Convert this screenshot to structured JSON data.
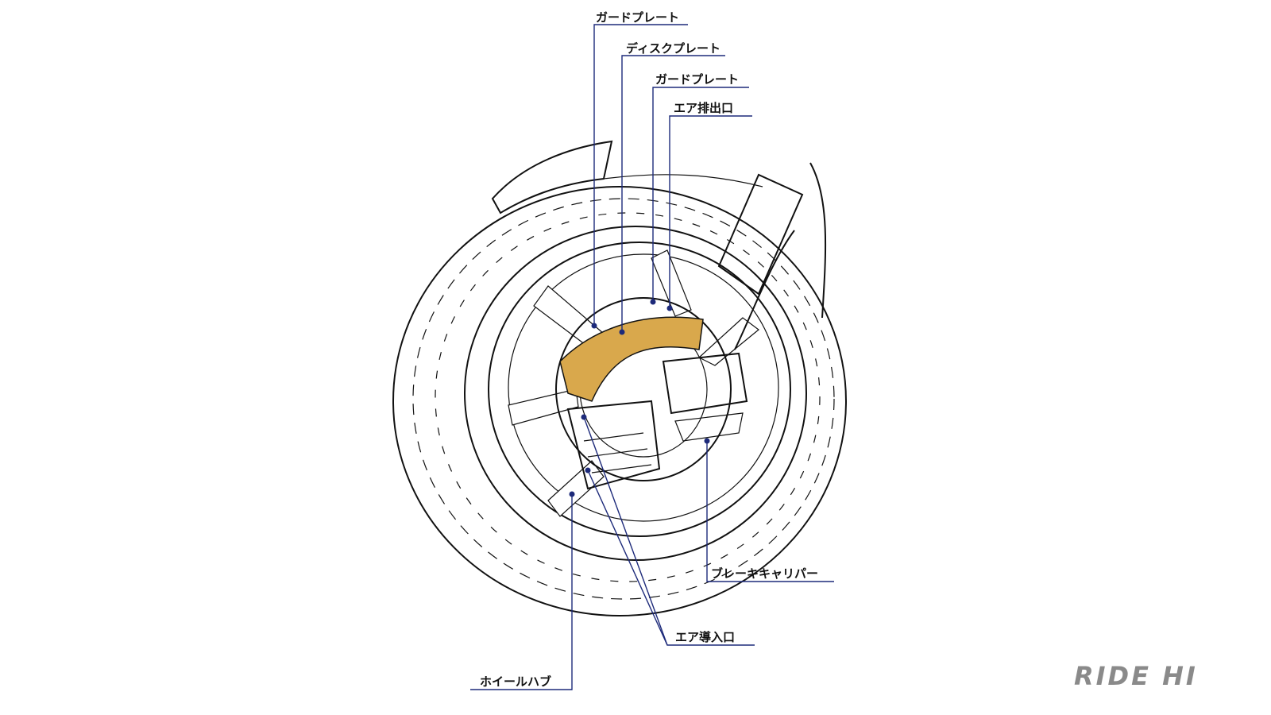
{
  "labels": {
    "guard_plate_top": "ガードプレート",
    "disc_plate": "ディスクプレート",
    "guard_plate_2": "ガードプレート",
    "air_outlet": "エア排出口",
    "brake_caliper": "ブレーキキャリパー",
    "air_inlet": "エア導入口",
    "wheel_hub": "ホイールハブ"
  },
  "logo": {
    "text": "RIDE HI"
  },
  "colors": {
    "highlight_plate": "#d9a84c",
    "leader_line": "#1d2a7a",
    "logo_gray": "#8a8a8a"
  }
}
